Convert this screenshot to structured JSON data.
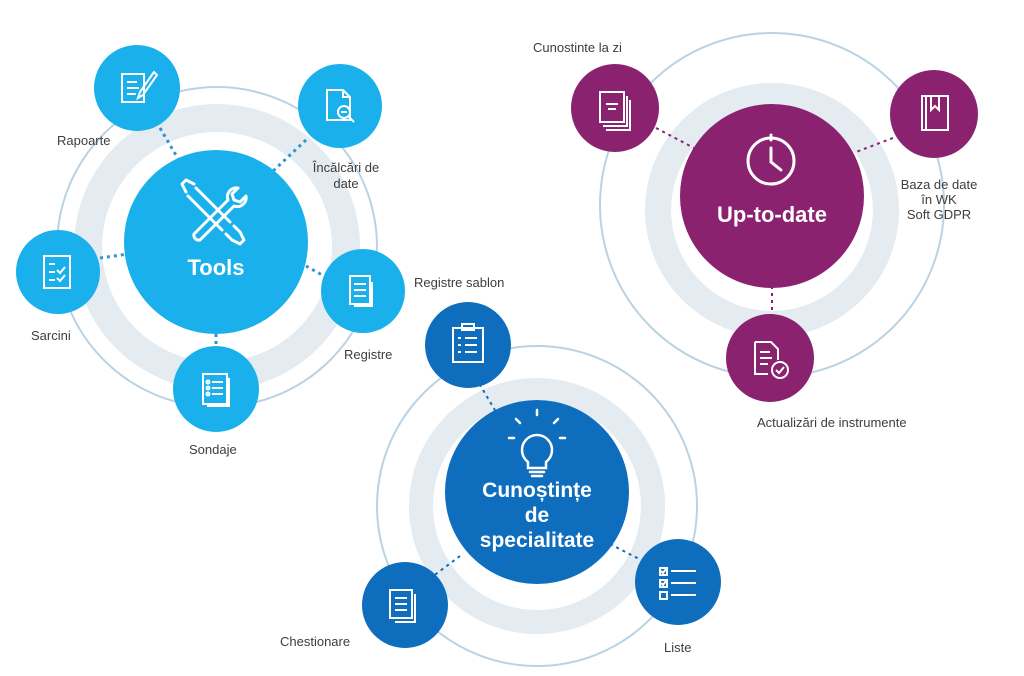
{
  "colors": {
    "tools": "#1ab0ec",
    "uptodate": "#8b2270",
    "expertise": "#0f6dbd",
    "ring": "#b9d3e4",
    "band": "#e4ebf1",
    "connector": "#2f95cc"
  },
  "tools": {
    "title": "Tools",
    "icon": "tools-icon",
    "satellites": [
      {
        "label": "Rapoarte",
        "icon": "report-edit-icon"
      },
      {
        "label": "Încălcări de\ndate",
        "icon": "document-search-icon"
      },
      {
        "label": "Registre",
        "icon": "register-icon"
      },
      {
        "label": "Sondaje",
        "icon": "survey-list-icon"
      },
      {
        "label": "Sarcini",
        "icon": "task-checklist-icon"
      }
    ]
  },
  "uptodate": {
    "title": "Up-to-date",
    "icon": "clock-icon",
    "satellites": [
      {
        "label": "Cunostinte la zi",
        "icon": "documents-stack-icon"
      },
      {
        "label": "Baza de date\nîn WK\nSoft GDPR",
        "icon": "book-icon"
      },
      {
        "label": "Actualizări de instrumente",
        "icon": "document-check-icon"
      }
    ]
  },
  "expertise": {
    "title_lines": [
      "Cunoștințe",
      "de",
      "specialitate"
    ],
    "icon": "lightbulb-icon",
    "satellites": [
      {
        "label": "Registre sablon",
        "icon": "clipboard-list-icon"
      },
      {
        "label": "Liste",
        "icon": "checklist-icon"
      },
      {
        "label": "Chestionare",
        "icon": "document-copy-icon"
      }
    ]
  }
}
